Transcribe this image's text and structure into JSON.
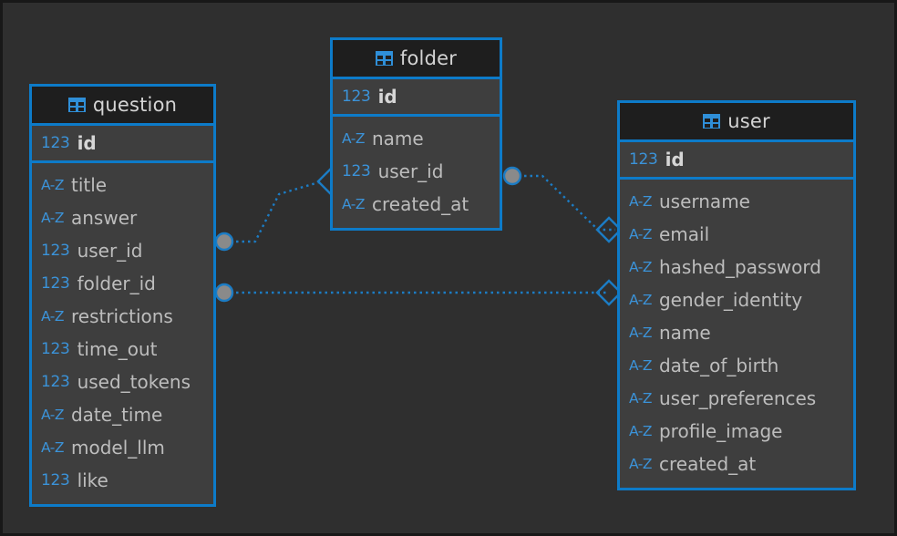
{
  "diagram": {
    "kind": "er-diagram",
    "background_color": "#2f2f2f",
    "accent_color": "#0d7bc9",
    "text_color": "#bdbdbd",
    "type_label_color": "#3b93d9",
    "header_background": "#1e1e1e",
    "row_background": "#3e3e3e",
    "connector_endpoint_color": "#8a8a8a"
  },
  "entities": [
    {
      "name": "question",
      "icon": "table-icon",
      "primary_key": {
        "type": "123",
        "name": "id"
      },
      "fields": [
        {
          "type": "A-Z",
          "name": "title"
        },
        {
          "type": "A-Z",
          "name": "answer"
        },
        {
          "type": "123",
          "name": "user_id"
        },
        {
          "type": "123",
          "name": "folder_id"
        },
        {
          "type": "A-Z",
          "name": "restrictions"
        },
        {
          "type": "123",
          "name": "time_out"
        },
        {
          "type": "123",
          "name": "used_tokens"
        },
        {
          "type": "A-Z",
          "name": "date_time"
        },
        {
          "type": "A-Z",
          "name": "model_llm"
        },
        {
          "type": "123",
          "name": "like"
        }
      ]
    },
    {
      "name": "folder",
      "icon": "table-icon",
      "primary_key": {
        "type": "123",
        "name": "id"
      },
      "fields": [
        {
          "type": "A-Z",
          "name": "name"
        },
        {
          "type": "123",
          "name": "user_id"
        },
        {
          "type": "A-Z",
          "name": "created_at"
        }
      ]
    },
    {
      "name": "user",
      "icon": "table-icon",
      "primary_key": {
        "type": "123",
        "name": "id"
      },
      "fields": [
        {
          "type": "A-Z",
          "name": "username"
        },
        {
          "type": "A-Z",
          "name": "email"
        },
        {
          "type": "A-Z",
          "name": "hashed_password"
        },
        {
          "type": "A-Z",
          "name": "gender_identity"
        },
        {
          "type": "A-Z",
          "name": "name"
        },
        {
          "type": "A-Z",
          "name": "date_of_birth"
        },
        {
          "type": "A-Z",
          "name": "user_preferences"
        },
        {
          "type": "A-Z",
          "name": "profile_image"
        },
        {
          "type": "A-Z",
          "name": "created_at"
        }
      ]
    }
  ],
  "relationships": [
    {
      "id": "question-folder",
      "from_entity": "question",
      "from_field": "folder_id",
      "to_entity": "folder",
      "to_field": "id",
      "from_marker": "circle",
      "to_marker": "diamond",
      "line_style": "dotted"
    },
    {
      "id": "folder-user",
      "from_entity": "folder",
      "from_field": "user_id",
      "to_entity": "user",
      "to_field": "id",
      "from_marker": "circle",
      "to_marker": "diamond",
      "line_style": "dotted"
    },
    {
      "id": "question-user",
      "from_entity": "question",
      "from_field": "user_id",
      "to_entity": "user",
      "to_field": "id",
      "from_marker": "circle",
      "to_marker": "diamond",
      "line_style": "dotted"
    }
  ]
}
